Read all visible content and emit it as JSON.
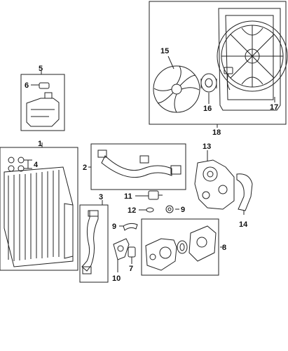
{
  "callouts": [
    {
      "id": "c1",
      "label": "1"
    },
    {
      "id": "c2",
      "label": "2"
    },
    {
      "id": "c3",
      "label": "3"
    },
    {
      "id": "c4",
      "label": "4"
    },
    {
      "id": "c5",
      "label": "5"
    },
    {
      "id": "c6",
      "label": "6"
    },
    {
      "id": "c7",
      "label": "7"
    },
    {
      "id": "c8",
      "label": "8"
    },
    {
      "id": "c9a",
      "label": "9"
    },
    {
      "id": "c9b",
      "label": "9"
    },
    {
      "id": "c10",
      "label": "10"
    },
    {
      "id": "c11",
      "label": "11"
    },
    {
      "id": "c12",
      "label": "12"
    },
    {
      "id": "c13",
      "label": "13"
    },
    {
      "id": "c14",
      "label": "14"
    },
    {
      "id": "c15",
      "label": "15"
    },
    {
      "id": "c16",
      "label": "16"
    },
    {
      "id": "c17",
      "label": "17"
    },
    {
      "id": "c18",
      "label": "18"
    }
  ],
  "colors": {
    "line": "#222222",
    "background": "#ffffff",
    "box": "#444444"
  }
}
